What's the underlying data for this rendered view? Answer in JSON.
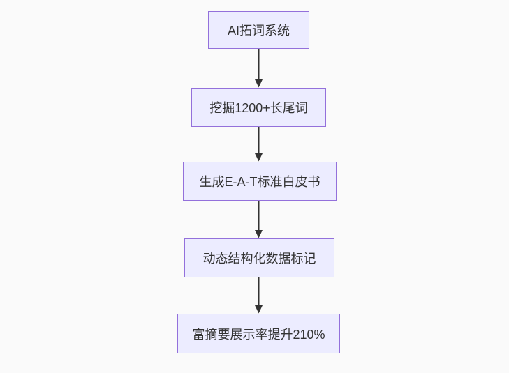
{
  "diagram": {
    "type": "flowchart",
    "direction": "top-down",
    "nodes": [
      {
        "id": "step-1",
        "label": "AI拓词系统"
      },
      {
        "id": "step-2",
        "label": "挖掘1200+长尾词"
      },
      {
        "id": "step-3",
        "label": "生成E-A-T标准白皮书"
      },
      {
        "id": "step-4",
        "label": "动态结构化数据标记"
      },
      {
        "id": "step-5",
        "label": "富摘要展示率提升210%"
      }
    ],
    "edges": [
      {
        "from": "step-1",
        "to": "step-2"
      },
      {
        "from": "step-2",
        "to": "step-3"
      },
      {
        "from": "step-3",
        "to": "step-4"
      },
      {
        "from": "step-4",
        "to": "step-5"
      }
    ],
    "colors": {
      "node_fill": "#ECECFF",
      "node_border": "#9370DB",
      "node_text": "#333333",
      "edge": "#333333",
      "background": "#fafafa"
    }
  }
}
